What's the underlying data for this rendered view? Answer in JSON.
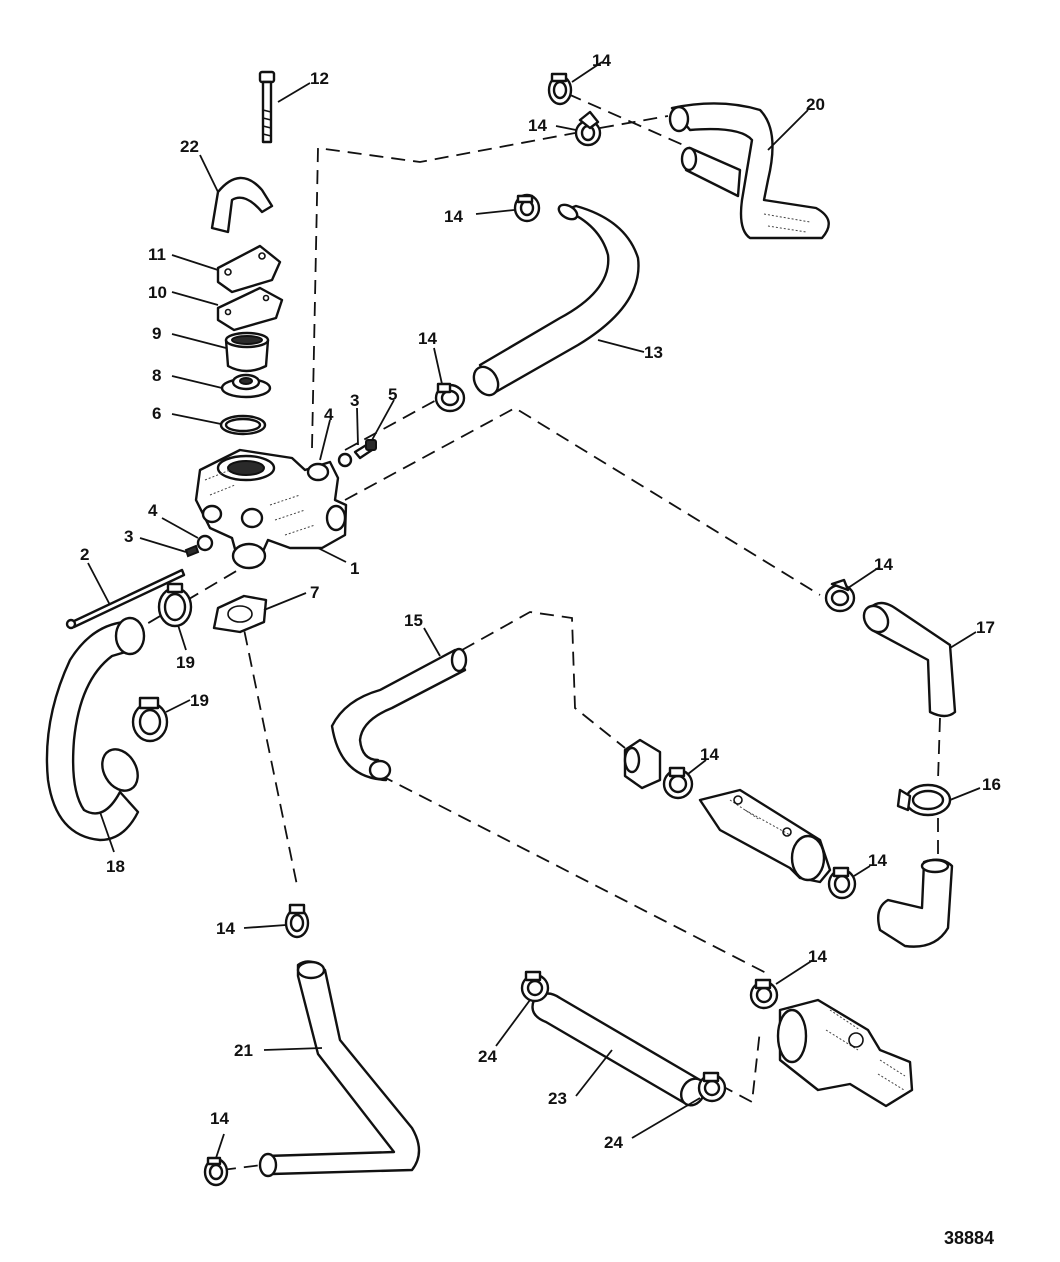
{
  "diagram": {
    "figure_number": "38884",
    "callouts": [
      "1",
      "2",
      "3",
      "4",
      "5",
      "6",
      "7",
      "8",
      "9",
      "10",
      "11",
      "12",
      "13",
      "14",
      "15",
      "16",
      "17",
      "18",
      "19",
      "20",
      "21",
      "22",
      "23",
      "24"
    ]
  }
}
